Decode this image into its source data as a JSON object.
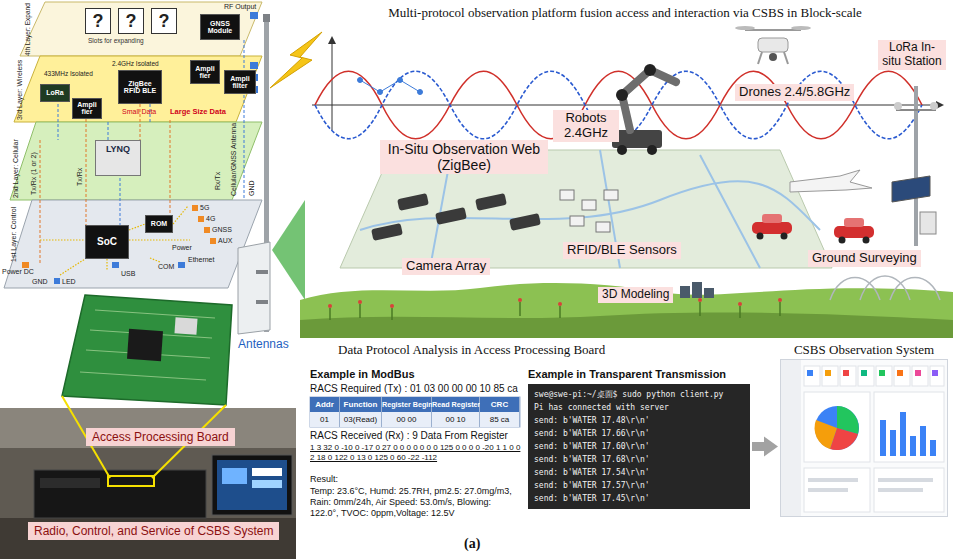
{
  "diagram": {
    "title": "Multi-protocol observation platform fusion access and interaction via CSBS in Block-scale",
    "nodes": [
      {
        "text": [
          "?"
        ]
      },
      {
        "text": [
          "?"
        ]
      },
      {
        "text": [
          "?"
        ]
      },
      {
        "text": [
          "GNSS Module"
        ]
      },
      {
        "text": [
          "Ampli fier"
        ]
      },
      {
        "text": [
          "Ampli filter"
        ]
      },
      {
        "text": [
          "LoRa"
        ]
      },
      {
        "text": [
          "Ampli fier"
        ]
      },
      {
        "text": [
          "ZigBee RFID BLE"
        ]
      },
      {
        "text": [
          "LYNQ"
        ]
      },
      {
        "text": [
          "SoC"
        ]
      },
      {
        "text": [
          "ROM"
        ]
      },
      {
        "text": [
          "Drones 2.4/5.8GHz"
        ]
      },
      {
        "text": [
          "LoRa In-situ Station"
        ]
      },
      {
        "text": [
          "Robots 2.4GHz"
        ]
      },
      {
        "text": [
          "In-Situ Observation Web (ZigBee)"
        ]
      },
      {
        "text": [
          "RFID/BLE Sensors"
        ]
      },
      {
        "text": [
          "Camera Array"
        ]
      },
      {
        "text": [
          "3D Modeling"
        ]
      },
      {
        "text": [
          "Ground Surveying"
        ]
      },
      {
        "text": [
          "Access Processing Board"
        ]
      },
      {
        "text": [
          "Radio, Control, and Service of CSBS System"
        ]
      },
      {
        "text": [
          "swe@swe-pi:~/桌面$ sudo python client.py",
          "Pi has connected with server",
          "send: b'WATER 17.48\\r\\n'",
          "send: b'WATER 17.66\\r\\n'",
          "send: b'WATER 17.60\\r\\n'",
          "send: b'WATER 17.68\\r\\n'",
          "send: b'WATER 17.54\\r\\n'",
          "send: b'WATER 17.57\\r\\n'",
          "send: b'WATER 17.45\\r\\n'"
        ]
      },
      {
        "text": [
          "CSBS Observation System"
        ]
      }
    ],
    "edges": [
      {
        "from": 22,
        "to": 23,
        "arrow": "to"
      }
    ],
    "labels": [
      "4th Layer: Expand",
      "3rd Layer: Wireless",
      "2nd Layer: Cellular",
      "1st Layer: Control",
      "Slots for expanding",
      "RF Output",
      "433MHz Isolated",
      "2.4GHz Isolated",
      "Small Data",
      "Large Size Data",
      "Rx/Tx",
      "Cellular/GNSS Antenna",
      "GND",
      "Tx/Rx",
      "Tx/Rx (1 or 2)",
      "5G",
      "4G",
      "GNSS",
      "AUX",
      "Power",
      "USB",
      "COM",
      "Ethernet",
      "Power DC",
      "GND",
      "LED",
      "Antennas",
      "Data Protocol Analysis in Access Processing Board",
      "Example in ModBus",
      "RACS Required (Tx) :  01 03 00 00 00 10 85 ca",
      "Addr",
      "Function",
      "Register Begin",
      "Read Register",
      "CRC",
      "01",
      "03(Read)",
      "00 00",
      "00 10",
      "85 ca",
      "RACS Received (Rx) : 9 Data From Register",
      "1 3 32 0 -10 0 -17 0 27 0 0 0 0 0 0 0 125 0 0 0 0 -20 1 1 0 0 2 18 0 122 0 13 0 125 0 60 -22 -112",
      "Result:",
      "Temp: 23.6°C, Humd: 25.7RH, pm2.5: 27.0mg/m3, Rain: 0mm/24h, Air Speed: 53.0m/s, Blowing: 122.0°, TVOC: 0ppm,Voltage: 12.5V",
      "Example in Transparent Transmission",
      "(a)"
    ]
  }
}
